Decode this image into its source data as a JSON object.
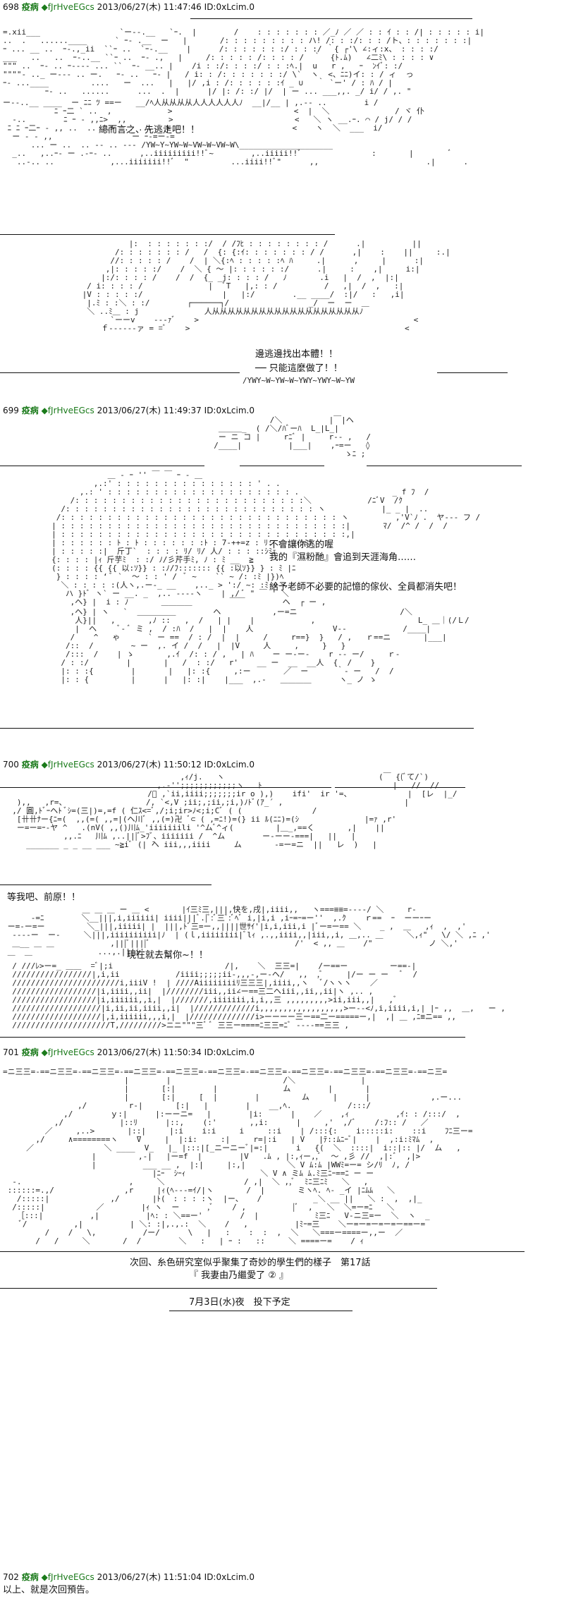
{
  "posts": [
    {
      "number": "698",
      "name": "疫病",
      "trip": "◆fJrHveEGcs",
      "date": "2013/06/27(木) 11:47:46",
      "id": "ID:0xLcim.0",
      "speech": [
        "總而言之、先逃走吧！！",
        "邊逃邊找出本體！！",
        "── 只能這麼做了！！"
      ]
    },
    {
      "number": "699",
      "name": "疫病",
      "trip": "◆fJrHveEGcs",
      "date": "2013/06/27(木) 11:49:37",
      "id": "ID:0xLcim.0",
      "speech": [
        "不會讓你逃的喔",
        "我的『濕粉酏』會追到天涯海角……",
        "給予老師不必要的記憶的傢伙、全員都消失吧！"
      ]
    },
    {
      "number": "700",
      "name": "疫病",
      "trip": "◆fJrHveEGcs",
      "date": "2013/06/27(木) 11:50:12",
      "id": "ID:0xLcim.0",
      "speech": [
        "等我吧、前原！！",
        "現在就去幫你~！！"
      ]
    },
    {
      "number": "701",
      "name": "疫病",
      "trip": "◆fJrHveEGcs",
      "date": "2013/06/27(木) 11:50:34",
      "id": "ID:0xLcim.0",
      "speech": [
        "次回、糸色研究室似乎聚集了奇妙的學生們的樣子　第17話",
        "『 我妻由乃繼愛了 ② 』",
        "7月3日(水)夜　投下予定"
      ]
    },
    {
      "number": "702",
      "name": "疫病",
      "trip": "◆fJrHveEGcs",
      "date": "2013/06/27(木) 11:51:04",
      "id": "ID:0xLcim.0",
      "speech": [
        "以上、就是次回預告。"
      ]
    }
  ]
}
